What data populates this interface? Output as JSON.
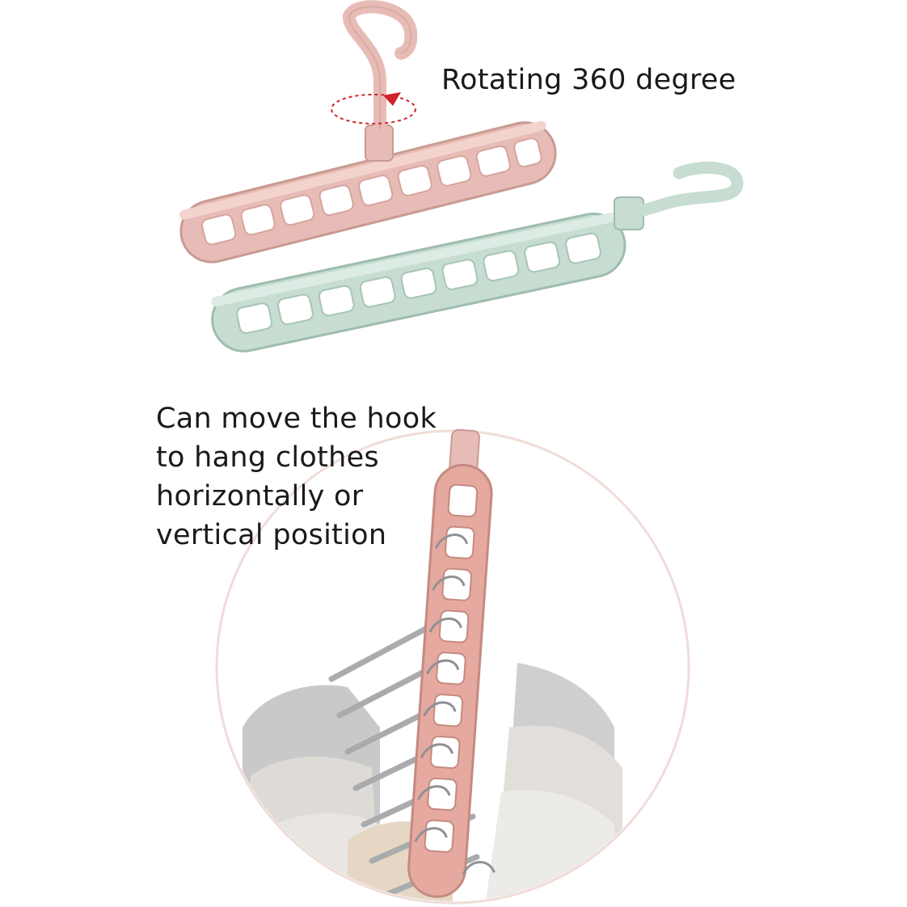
{
  "captions": {
    "rotate": "Rotating 360 degree",
    "move_lines": [
      "Can move the hook",
      "to hang clothes",
      "horizontally or",
      "vertical position"
    ]
  },
  "colors": {
    "pink_hanger": "#e8bcb6",
    "pink_shadow": "#c99a93",
    "green_hanger": "#c7ddd2",
    "green_shadow": "#9fbcae",
    "circle_outline": "#f0dcd8",
    "rotation_marker": "#d0232a",
    "caption_text": "#1a1a1a"
  },
  "illustration": {
    "top_product": "two multi-slot hangers (pink and green) with rotating hooks",
    "bottom_product": "pink hanger hung vertically holding metal hangers with clothes"
  }
}
